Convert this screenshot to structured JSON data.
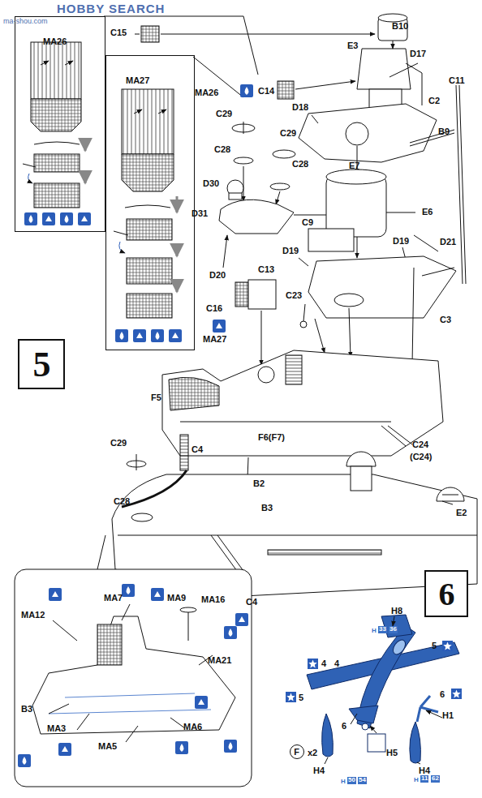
{
  "diagram": {
    "nodes": [
      {
        "text": [
          "MA26"
        ]
      },
      {
        "text": [
          "MA27"
        ]
      },
      {
        "text": [
          "5"
        ]
      },
      {
        "text": [
          "6"
        ]
      },
      {
        "text": [
          "F"
        ]
      }
    ],
    "labels": [
      "HOBBY SEARCH",
      "ma-shou.com",
      "C15",
      "B10",
      "E3",
      "D17",
      "MA26",
      "C14",
      "C11",
      "C2",
      "D18",
      "C29",
      "B9",
      "C28",
      "C29",
      "C28",
      "D30",
      "E7",
      "D31",
      "C9",
      "E6",
      "D21",
      "D19",
      "D19",
      "D20",
      "C13",
      "C23",
      "C3",
      "C16",
      "MA27",
      "F5",
      "F6(F7)",
      "C24",
      "(C24)",
      "C29",
      "C4",
      "B2",
      "E2",
      "C28",
      "B3",
      "C4",
      "MA12",
      "MA7",
      "MA9",
      "MA16",
      "MA21",
      "B3",
      "MA3",
      "MA5",
      "MA6",
      "H8",
      "H",
      "33",
      "36",
      "4",
      "4",
      "5",
      "5",
      "6",
      "6",
      "H1",
      "H5",
      "H4",
      "H4",
      "x2",
      "H",
      "11",
      "62",
      "H",
      "50",
      "54"
    ]
  }
}
